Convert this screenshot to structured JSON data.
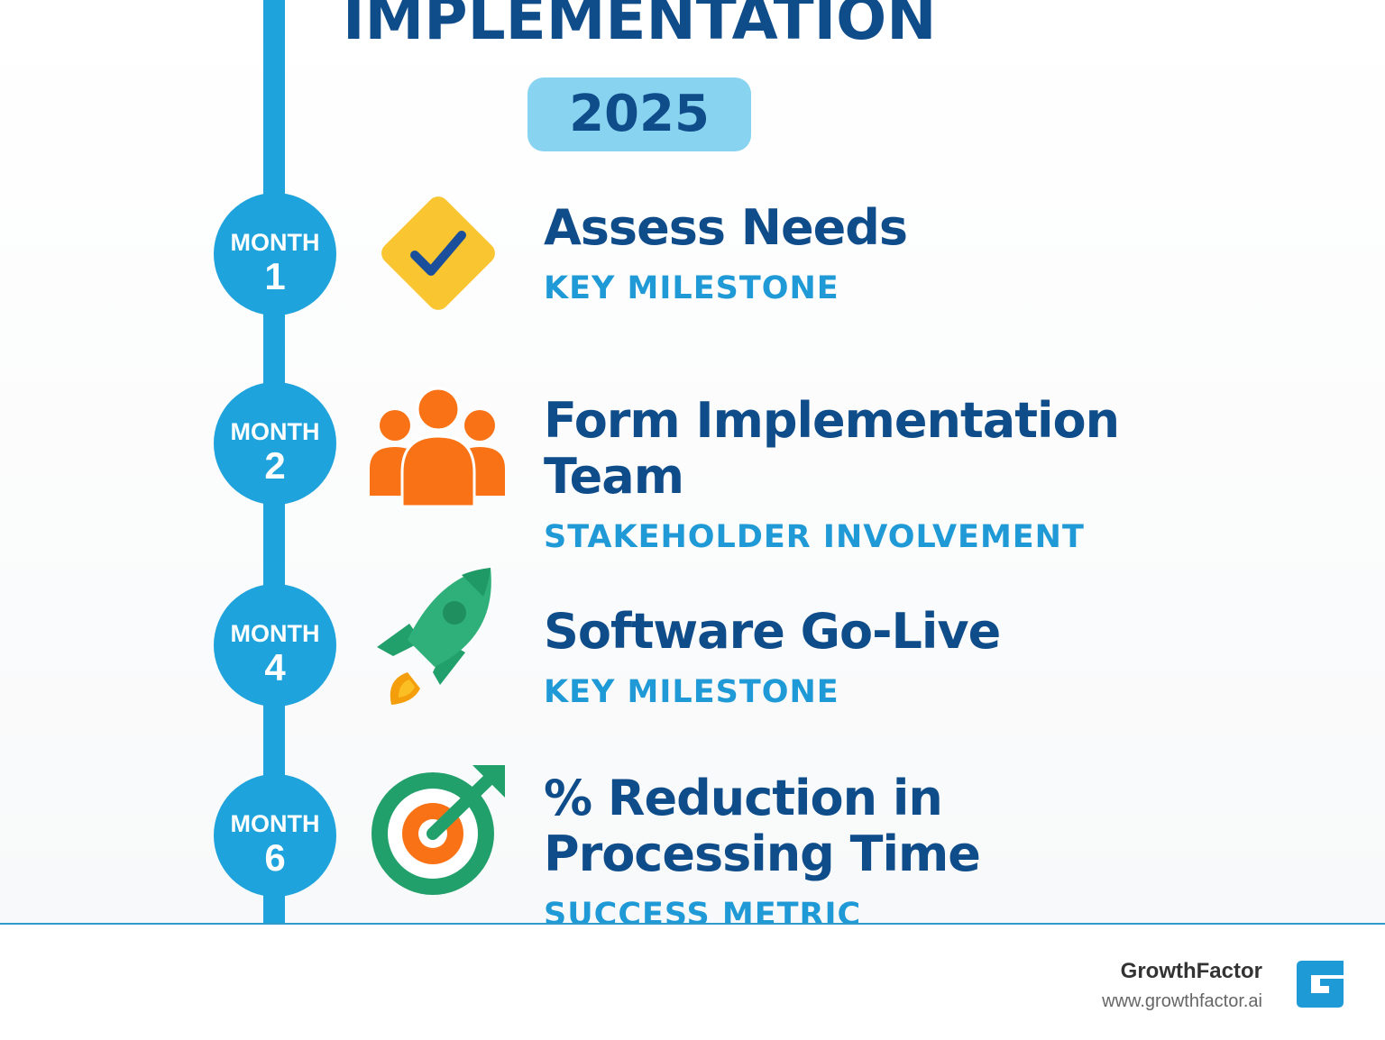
{
  "header": {
    "title": "IMPLEMENTATION",
    "year": "2025"
  },
  "colors": {
    "rail": "#1ea3dc",
    "title": "#0f4c8a",
    "tag": "#1f9ad6",
    "badge": "#87d3f0",
    "footer_border": "#2e9bc9"
  },
  "steps": [
    {
      "month_label": "MONTH",
      "month_number": "1",
      "icon": "checkmark-diamond-icon",
      "title": "Assess Needs",
      "tag": "KEY MILESTONE"
    },
    {
      "month_label": "MONTH",
      "month_number": "2",
      "icon": "team-people-icon",
      "title": "Form Implementation Team",
      "tag": "STAKEHOLDER INVOLVEMENT"
    },
    {
      "month_label": "MONTH",
      "month_number": "4",
      "icon": "rocket-icon",
      "title": "Software Go-Live",
      "tag": "KEY MILESTONE"
    },
    {
      "month_label": "MONTH",
      "month_number": "6",
      "icon": "target-arrow-icon",
      "title": "% Reduction in Processing Time",
      "tag": "SUCCESS METRIC"
    }
  ],
  "footer": {
    "brand_name": "GrowthFactor",
    "brand_url": "www.growthfactor.ai",
    "logo_icon": "growthfactor-logo-icon"
  }
}
